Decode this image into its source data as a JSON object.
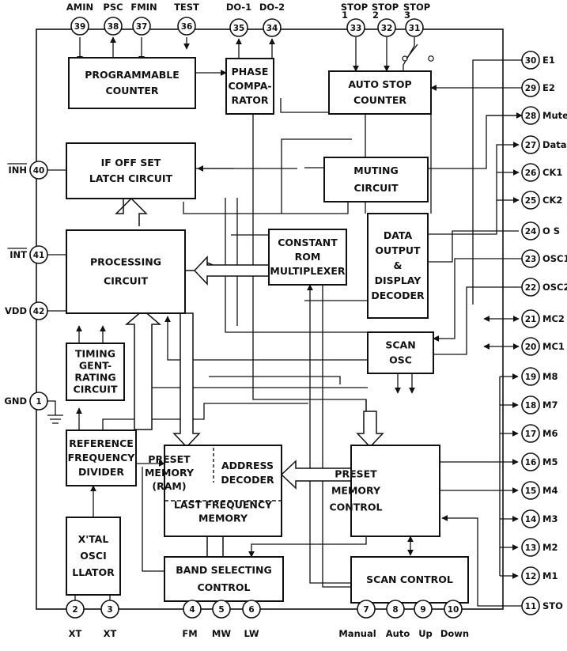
{
  "pins": [
    {
      "num": "39",
      "label": "AMIN"
    },
    {
      "num": "38",
      "label": "PSC"
    },
    {
      "num": "37",
      "label": "FMIN"
    },
    {
      "num": "36",
      "label": "TEST"
    },
    {
      "num": "35",
      "label": "DO-1"
    },
    {
      "num": "34",
      "label": "DO-2"
    },
    {
      "num": "33",
      "label": "STOP 1"
    },
    {
      "num": "32",
      "label": "STOP 2"
    },
    {
      "num": "31",
      "label": "STOP 3"
    },
    {
      "num": "30",
      "label": "E1"
    },
    {
      "num": "29",
      "label": "E2"
    },
    {
      "num": "28",
      "label": "Mute"
    },
    {
      "num": "27",
      "label": "Data"
    },
    {
      "num": "26",
      "label": "CK1"
    },
    {
      "num": "25",
      "label": "CK2"
    },
    {
      "num": "24",
      "label": "O S"
    },
    {
      "num": "23",
      "label": "OSC1"
    },
    {
      "num": "22",
      "label": "OSC2"
    },
    {
      "num": "21",
      "label": "MC2"
    },
    {
      "num": "20",
      "label": "MC1"
    },
    {
      "num": "19",
      "label": "M8"
    },
    {
      "num": "18",
      "label": "M7"
    },
    {
      "num": "17",
      "label": "M6"
    },
    {
      "num": "16",
      "label": "M5"
    },
    {
      "num": "15",
      "label": "M4"
    },
    {
      "num": "14",
      "label": "M3"
    },
    {
      "num": "13",
      "label": "M2"
    },
    {
      "num": "12",
      "label": "M1"
    },
    {
      "num": "11",
      "label": "STO"
    },
    {
      "num": "40",
      "label": "INH"
    },
    {
      "num": "41",
      "label": "INT"
    },
    {
      "num": "42",
      "label": "VDD"
    },
    {
      "num": "1",
      "label": "GND"
    },
    {
      "num": "2",
      "label": "XT"
    },
    {
      "num": "3",
      "label": "XT"
    },
    {
      "num": "4",
      "label": "FM"
    },
    {
      "num": "5",
      "label": "MW"
    },
    {
      "num": "6",
      "label": "LW"
    },
    {
      "num": "7",
      "label": "Manual"
    },
    {
      "num": "8",
      "label": "Auto"
    },
    {
      "num": "9",
      "label": "Up"
    },
    {
      "num": "10",
      "label": "Down"
    }
  ],
  "blocks": [
    {
      "id": "programmable-counter",
      "lines": [
        "PROGRAMMABLE",
        "COUNTER"
      ]
    },
    {
      "id": "phase-comparator",
      "lines": [
        "PHASE",
        "COMPA-",
        "RATOR"
      ]
    },
    {
      "id": "auto-stop-counter",
      "lines": [
        "AUTO STOP",
        "COUNTER"
      ]
    },
    {
      "id": "if-offset-latch",
      "lines": [
        "IF OFF SET",
        "LATCH CIRCUIT"
      ]
    },
    {
      "id": "muting-circuit",
      "lines": [
        "MUTING",
        "CIRCUIT"
      ]
    },
    {
      "id": "processing-circuit",
      "lines": [
        "PROCESSING",
        "CIRCUIT"
      ]
    },
    {
      "id": "constant-rom-multiplexer",
      "lines": [
        "CONSTANT",
        "ROM",
        "MULTIPLEXER"
      ]
    },
    {
      "id": "data-output-display-decoder",
      "lines": [
        "DATA",
        "OUTPUT",
        "&",
        "DISPLAY",
        "DECODER"
      ]
    },
    {
      "id": "scan-osc",
      "lines": [
        "SCAN",
        "OSC"
      ]
    },
    {
      "id": "timing-generating-circuit",
      "lines": [
        "TIMING",
        "GENT-",
        "RATING",
        "CIRCUIT"
      ]
    },
    {
      "id": "reference-frequency-divider",
      "lines": [
        "REFERENCE",
        "FREQUENCY",
        "DIVIDER"
      ]
    },
    {
      "id": "xtal-oscillator",
      "lines": [
        "X'TAL",
        "OSCI",
        "LLATOR"
      ]
    },
    {
      "id": "preset-memory-ram",
      "lines": [
        "PRESET",
        "MEMORY",
        "(RAM)"
      ]
    },
    {
      "id": "address-decoder",
      "lines": [
        "ADDRESS",
        "DECODER"
      ]
    },
    {
      "id": "last-frequency-memory",
      "lines": [
        "LAST FREQUENCY",
        "MEMORY"
      ]
    },
    {
      "id": "preset-memory-control",
      "lines": [
        "PRESET",
        "MEMORY",
        "CONTROL"
      ]
    },
    {
      "id": "band-selecting-control",
      "lines": [
        "BAND SELECTING",
        "CONTROL"
      ]
    },
    {
      "id": "scan-control",
      "lines": [
        "SCAN CONTROL"
      ]
    }
  ],
  "colors": {
    "ink": "#111111",
    "background": "#ffffff"
  }
}
